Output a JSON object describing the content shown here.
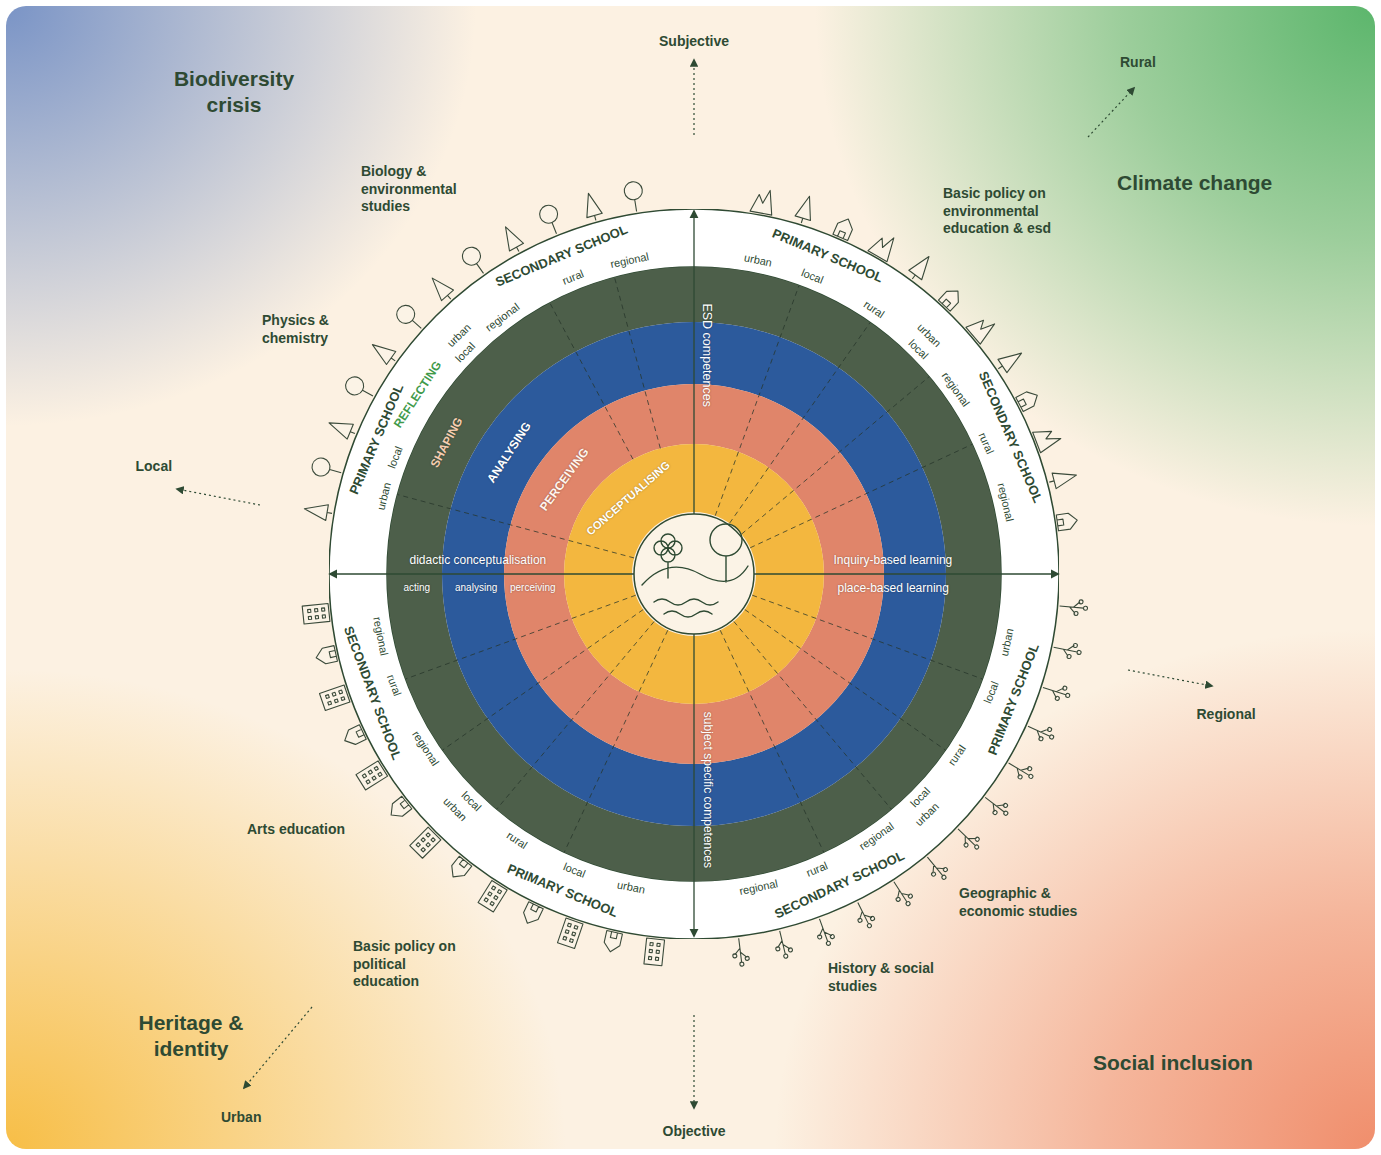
{
  "diagram": {
    "nodes": [
      {
        "text": [
          "REFLECTING"
        ]
      },
      {
        "text": [
          "SHAPING"
        ]
      },
      {
        "text": [
          "ANALYSING"
        ]
      },
      {
        "text": [
          "PERCEIVING"
        ]
      },
      {
        "text": [
          "CONCEPTUALISING"
        ]
      }
    ],
    "labels": [
      "Biodiversity crisis",
      "Climate change",
      "Heritage & identity",
      "Social inclusion",
      "Subjective",
      "Rural",
      "Local",
      "Regional",
      "Urban",
      "Objective",
      "Biology & environmental studies",
      "Physics & chemistry",
      "Basic policy on environmental education & esd",
      "Geographic & economic studies",
      "History & social studies",
      "Basic policy on political education",
      "Arts education",
      "ESD competences",
      "subject specific competences",
      "didactic conceptualisation",
      "Inquiry-based learning",
      "place-based learning",
      "acting",
      "analysing",
      "perceiving",
      "SECONDARY SCHOOL",
      "PRIMARY SCHOOL",
      "PRIMARY SCHOOL",
      "SECONDARY SCHOOL",
      "PRIMARY SCHOOL",
      "SECONDARY SCHOOL",
      "PRIMARY SCHOOL",
      "SECONDARY SCHOOL",
      "rural",
      "regional",
      "regional",
      "urban",
      "local",
      "urban",
      "local",
      "urban",
      "local",
      "rural",
      "urban",
      "local",
      "regional",
      "rural",
      "regional",
      "urban",
      "local",
      "rural",
      "local",
      "urban",
      "regional",
      "rural",
      "regional",
      "regional",
      "rural",
      "regional",
      "local",
      "urban",
      "rural",
      "local",
      "urban"
    ]
  }
}
